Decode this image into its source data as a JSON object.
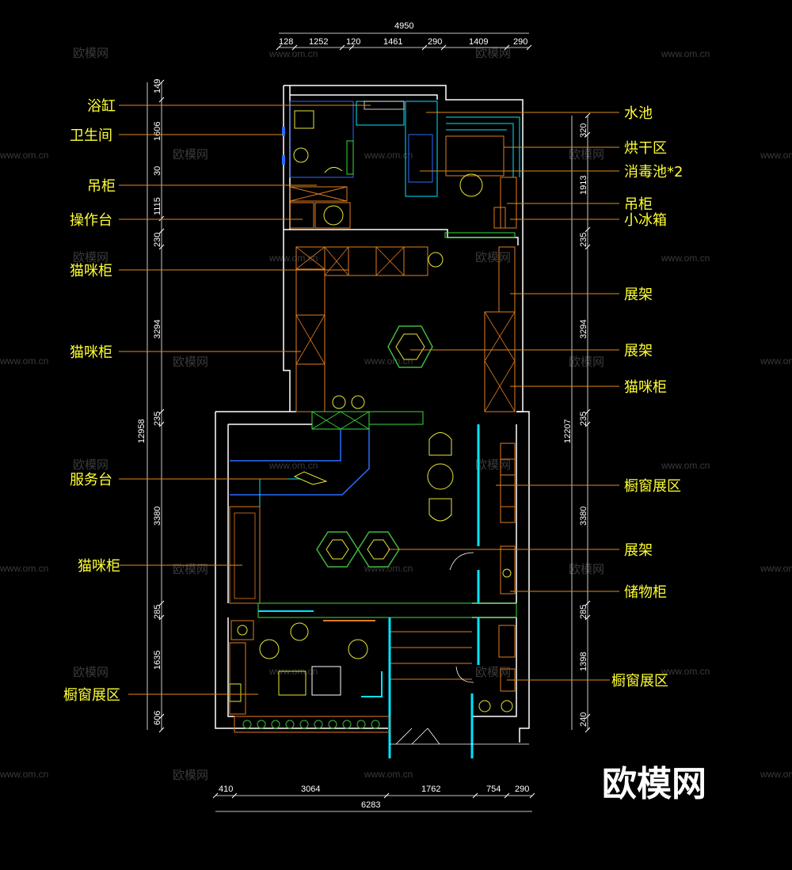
{
  "colors": {
    "wall": "#ffffff",
    "leader": "#e08a1c",
    "label": "#ffff33",
    "cabinet": "#e07b20",
    "cyan": "#00e5ff",
    "green": "#3cdc3c",
    "blue": "#2a6cff",
    "yellow_fixture": "#e6e635",
    "hex": "#3fb83f",
    "watermark": "#3a3a3a"
  },
  "labels_left": [
    "浴缸",
    "卫生间",
    "吊柜",
    "操作台",
    "猫咪柜",
    "猫咪柜",
    "服务台",
    "猫咪柜",
    "橱窗展区"
  ],
  "labels_right": [
    "水池",
    "烘干区",
    "消毒池*2",
    "吊柜",
    "小冰箱",
    "展架",
    "展架",
    "猫咪柜",
    "橱窗展区",
    "展架",
    "储物柜",
    "橱窗展区"
  ],
  "dims_top_total": "4950",
  "dims_top": [
    "128",
    "1252",
    "120",
    "1461",
    "290",
    "1409",
    "290"
  ],
  "dims_bottom_total": "6283",
  "dims_bottom": [
    "410",
    "3064",
    "1762",
    "754",
    "290"
  ],
  "dims_left_total": "12958",
  "dims_left": [
    "149",
    "1606",
    "30",
    "1115",
    "230",
    "3294",
    "235",
    "3380",
    "285",
    "1635",
    "606"
  ],
  "dims_right_total": "12207",
  "dims_right": [
    "320",
    "1913",
    "235",
    "3294",
    "235",
    "3380",
    "285",
    "1398",
    "240"
  ],
  "watermark_text": "欧模网",
  "watermark_url": "www.om.cn",
  "logo_text": "欧模网"
}
